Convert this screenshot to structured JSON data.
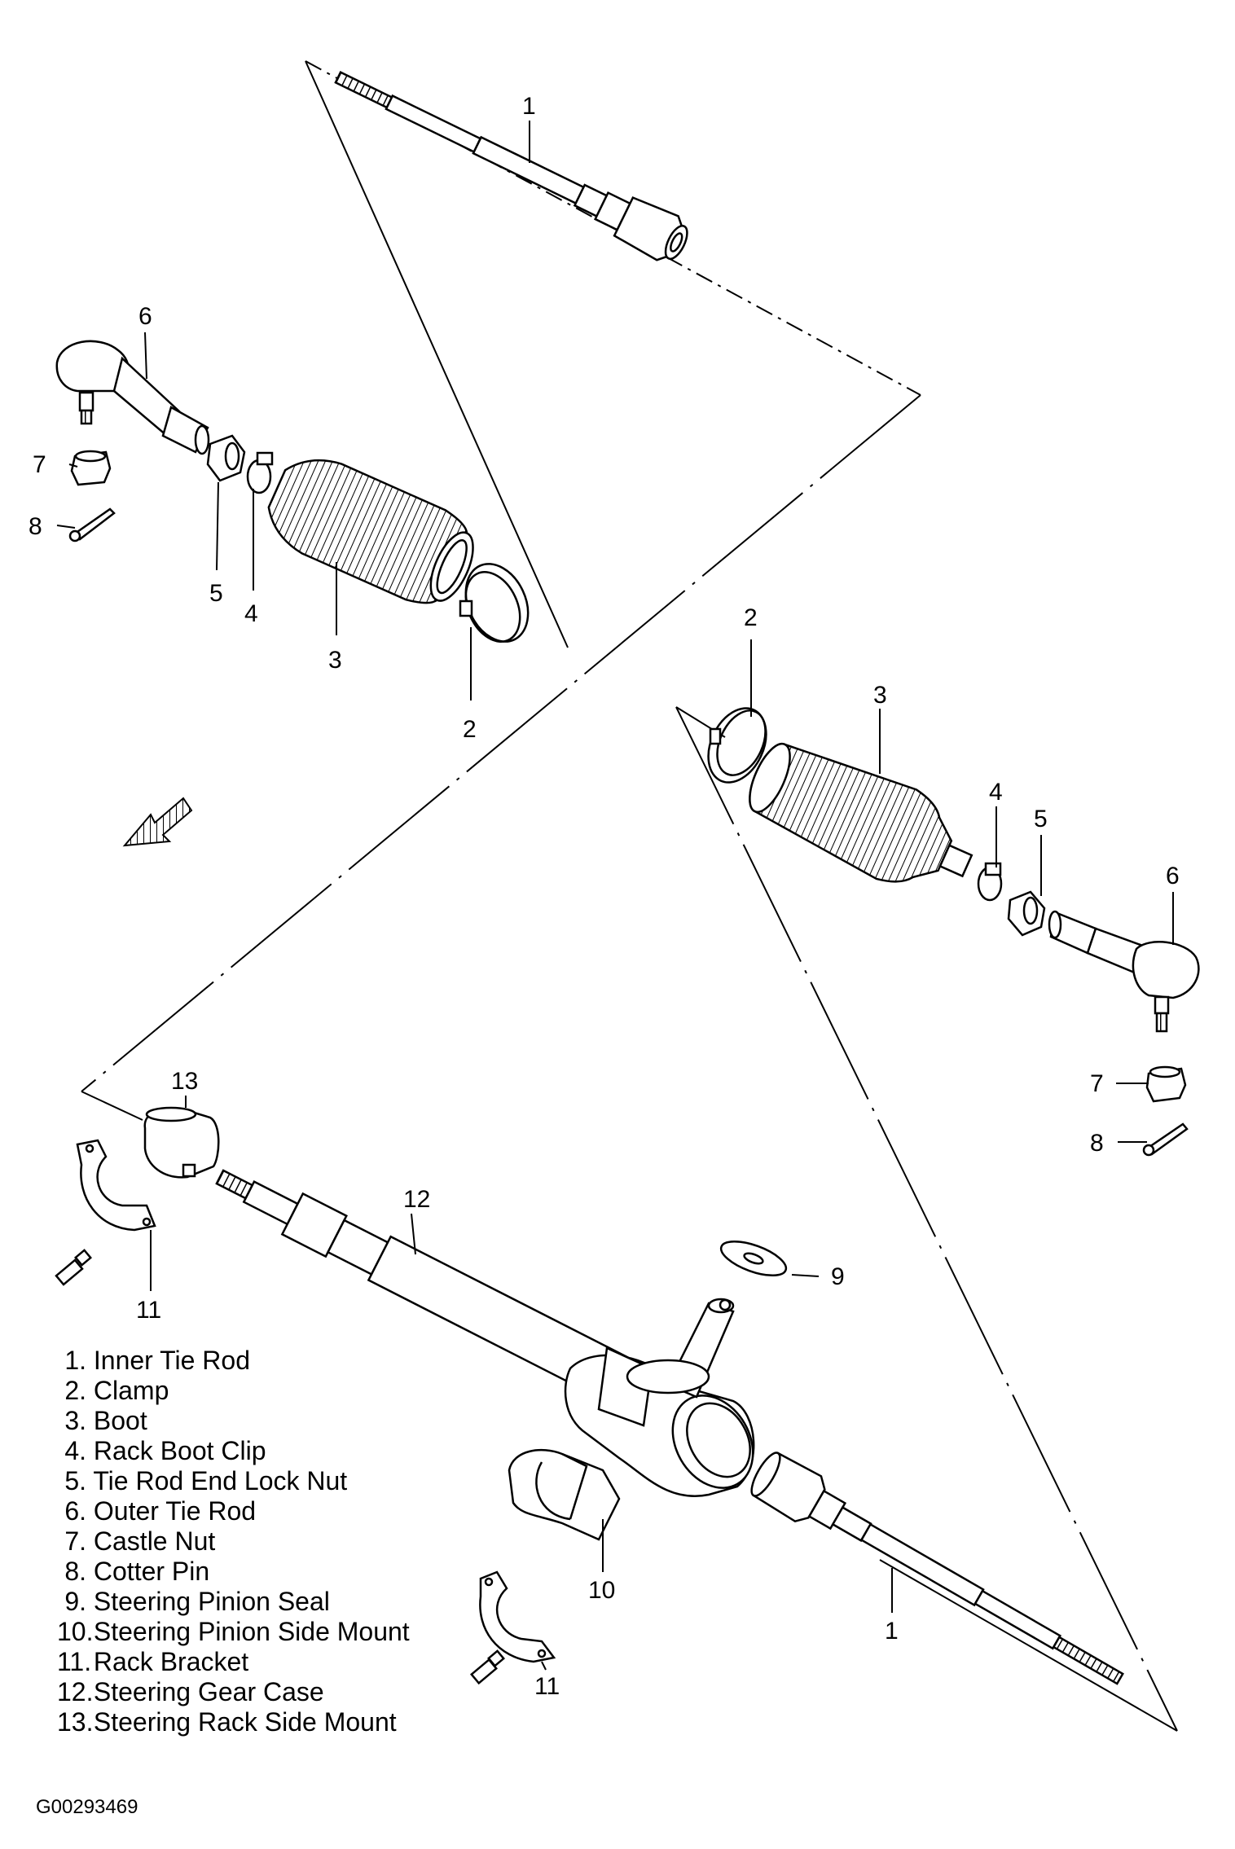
{
  "diagram": {
    "callouts": {
      "c1_top": "1",
      "c6_left": "6",
      "c7_left": "7",
      "c8_left": "8",
      "c5_left": "5",
      "c4_left": "4",
      "c3_left": "3",
      "c2_left": "2",
      "c2_right": "2",
      "c3_right": "3",
      "c4_right": "4",
      "c5_right": "5",
      "c6_right": "6",
      "c7_right": "7",
      "c8_right": "8",
      "c13": "13",
      "c12": "12",
      "c9": "9",
      "c11_left": "11",
      "c10": "10",
      "c11_bottom": "11",
      "c1_bottom": "1"
    }
  },
  "legend": [
    {
      "num": "1.",
      "label": "Inner Tie Rod"
    },
    {
      "num": "2.",
      "label": "Clamp"
    },
    {
      "num": "3.",
      "label": "Boot"
    },
    {
      "num": "4.",
      "label": "Rack Boot Clip"
    },
    {
      "num": "5.",
      "label": "Tie Rod End Lock Nut"
    },
    {
      "num": "6.",
      "label": "Outer Tie Rod"
    },
    {
      "num": "7.",
      "label": "Castle Nut"
    },
    {
      "num": "8.",
      "label": "Cotter Pin"
    },
    {
      "num": "9.",
      "label": "Steering Pinion Seal"
    },
    {
      "num": "10.",
      "label": "Steering Pinion Side Mount"
    },
    {
      "num": "11.",
      "label": "Rack Bracket"
    },
    {
      "num": "12.",
      "label": "Steering Gear Case"
    },
    {
      "num": "13.",
      "label": "Steering Rack Side Mount"
    }
  ],
  "figure_code": "G00293469"
}
